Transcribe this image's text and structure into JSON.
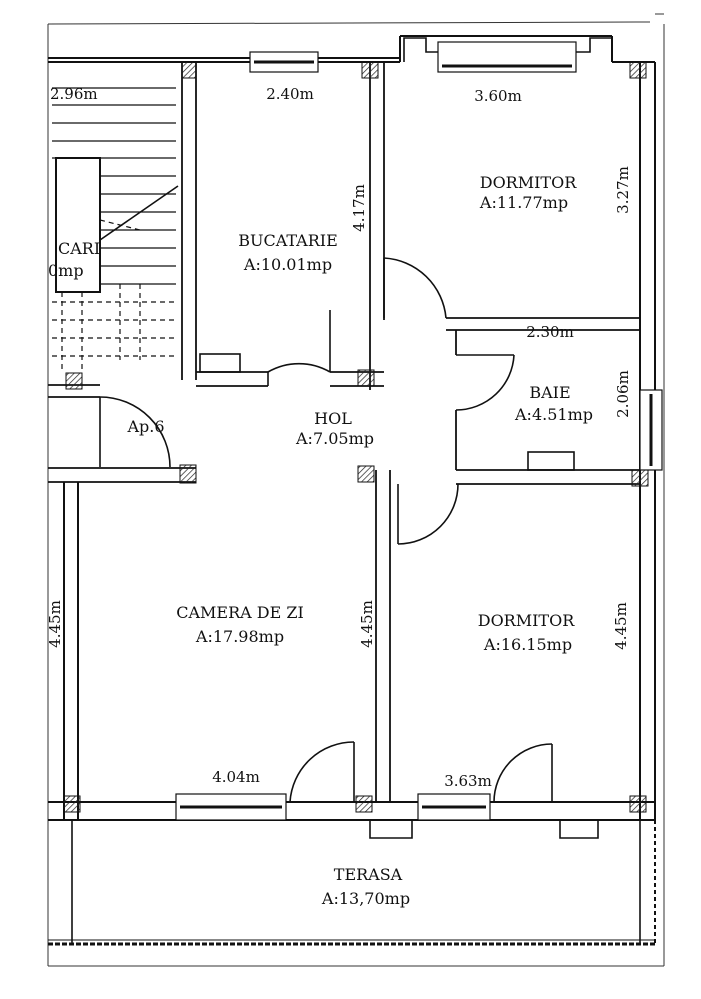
{
  "rooms": {
    "bucatarie": {
      "name": "BUCATARIE",
      "area": "A:10.01mp"
    },
    "dormitor_top": {
      "name": "DORMITOR",
      "area": "A:11.77mp"
    },
    "baie": {
      "name": "BAIE",
      "area": "A:4.51mp"
    },
    "hol": {
      "name": "HOL",
      "area": "A:7.05mp"
    },
    "camera_de_zi": {
      "name": "CAMERA DE ZI",
      "area": "A:17.98mp"
    },
    "dormitor_bottom": {
      "name": "DORMITOR",
      "area": "A:16.15mp"
    },
    "terasa": {
      "name": "TERASA",
      "area": "A:13,70mp"
    },
    "scari": {
      "name": "CARI",
      "area": "0mp"
    },
    "apartment": {
      "label": "Ap.6"
    }
  },
  "dimensions": {
    "stair_width": "2.96m",
    "kitchen_width": "2.40m",
    "bedroom_top_width": "3.60m",
    "kitchen_height": "4.17m",
    "bedroom_top_height": "3.27m",
    "bath_width": "2.30m",
    "bath_height": "2.06m",
    "living_left_height": "4.45m",
    "living_right_height": "4.45m",
    "bedroom_bottom_height": "4.45m",
    "living_width": "4.04m",
    "bedroom_bottom_width": "3.63m"
  }
}
